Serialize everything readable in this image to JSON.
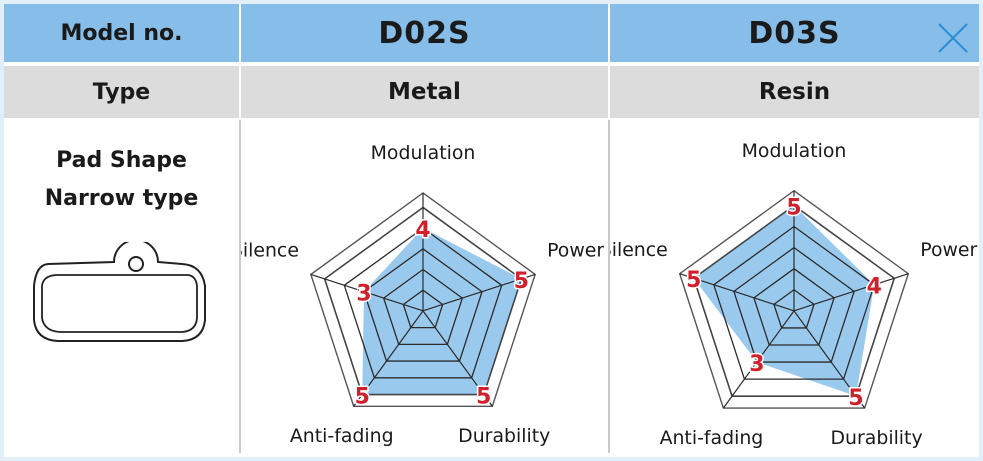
{
  "header": {
    "label": "Model no.",
    "models": [
      "D02S",
      "D03S"
    ]
  },
  "type_row": {
    "label": "Type",
    "values": [
      "Metal",
      "Resin"
    ]
  },
  "shape": {
    "title_line1": "Pad Shape",
    "title_line2": "Narrow type",
    "icon": "brake-pad-icon"
  },
  "radar": {
    "max": 5,
    "axes": [
      "Modulation",
      "Power",
      "Durability",
      "Anti-fading",
      "Silence"
    ],
    "charts": [
      {
        "model": "D02S",
        "values": {
          "Modulation": 4,
          "Power": 5,
          "Durability": 5,
          "Anti-fading": 5,
          "Silence": 3
        }
      },
      {
        "model": "D03S",
        "values": {
          "Modulation": 5,
          "Power": 4,
          "Durability": 5,
          "Anti-fading": 3,
          "Silence": 5
        }
      }
    ]
  },
  "colors": {
    "header_bg": "#86bde9",
    "type_bg": "#dcdcdc",
    "fill": "#8fc3ec",
    "value_text": "#d0202c",
    "close_icon": "#2a8fd6"
  },
  "close_icon": "close-icon"
}
